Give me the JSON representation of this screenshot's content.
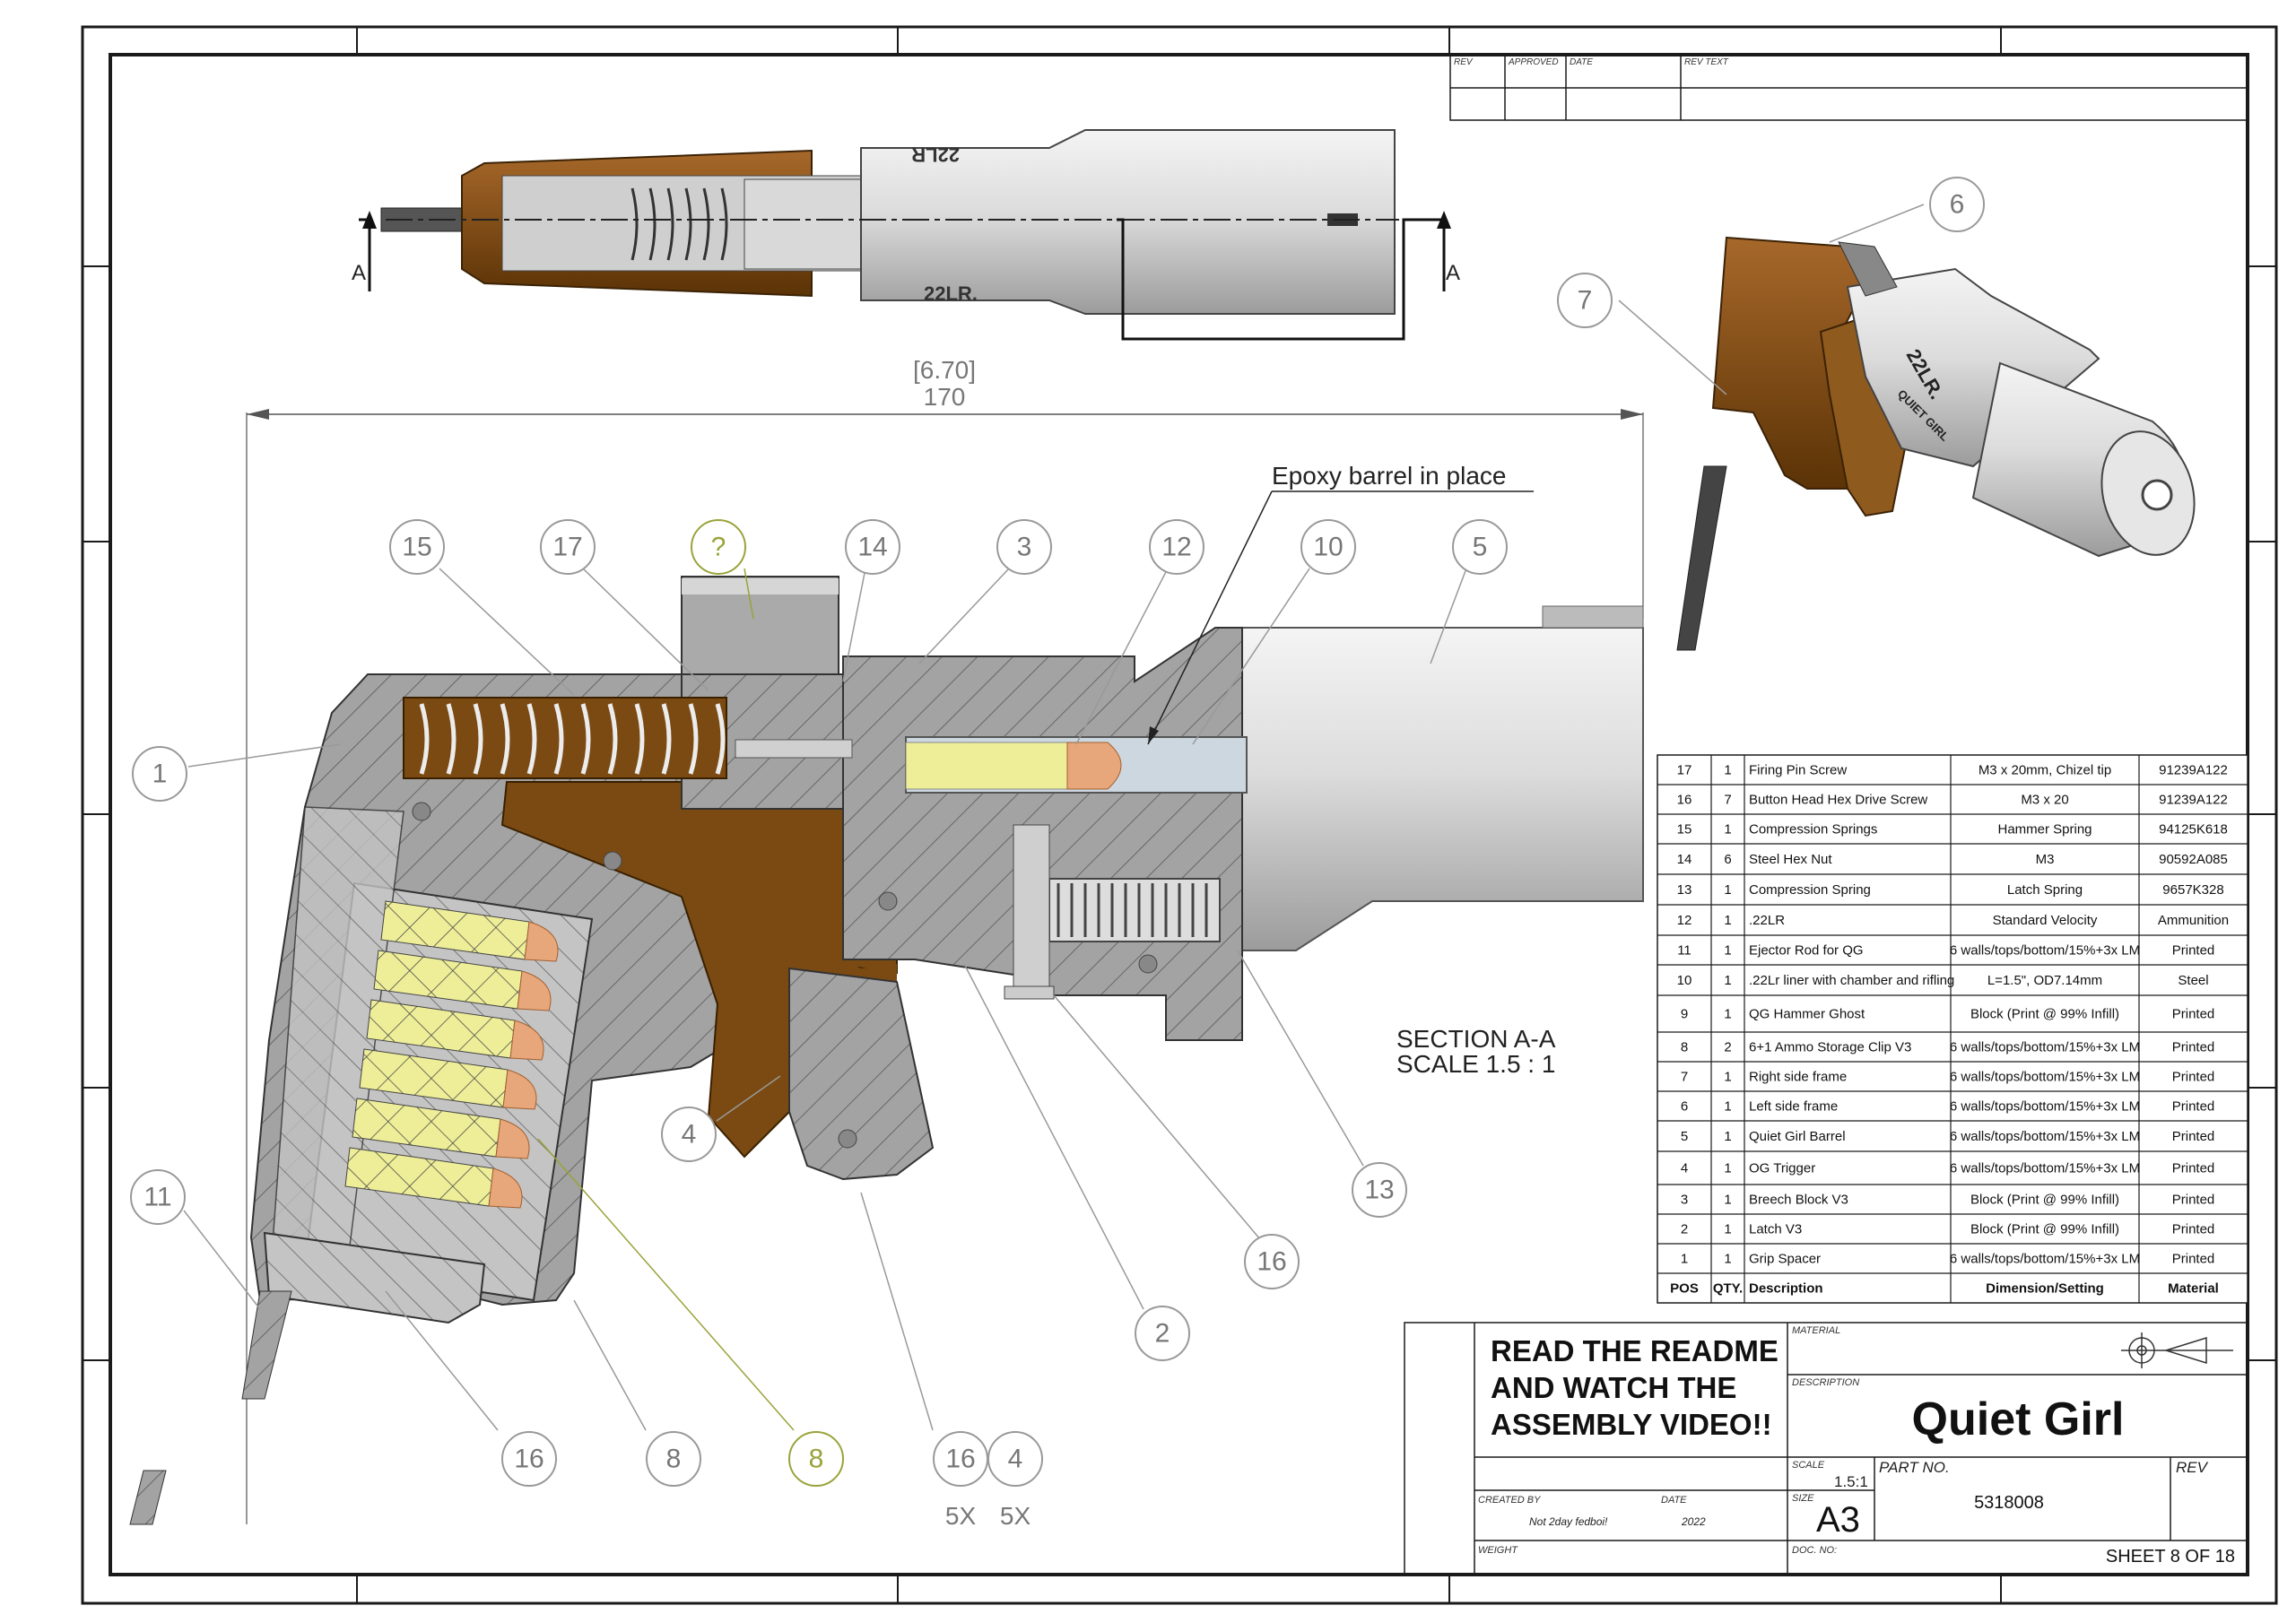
{
  "revision_table": {
    "headers": [
      "REV",
      "APPROVED",
      "DATE",
      "REV TEXT"
    ]
  },
  "section_marker": "A",
  "dimension": {
    "inches": "[6.70]",
    "mm": "170"
  },
  "callout_epoxy": "Epoxy barrel in place",
  "section_label": {
    "line1": "SECTION A-A",
    "line2": "SCALE 1.5 : 1"
  },
  "balloons": {
    "b15": "15",
    "b17": "17",
    "b9": "?",
    "b14": "14",
    "b3": "3",
    "b12": "12",
    "b10": "10",
    "b5": "5",
    "b1": "1",
    "b4": "4",
    "b11": "11",
    "b13": "13",
    "b16a": "16",
    "b2": "2",
    "b16b": "16",
    "b8a": "8",
    "b8b": "8",
    "b16c": "16",
    "b4b": "4",
    "b6": "6",
    "b7": "7"
  },
  "quantity_notes": [
    "5X",
    "5X"
  ],
  "barrel_text": [
    "22LR",
    "22LR.",
    "22LR.",
    "QUIET GIRL"
  ],
  "bom": {
    "headers": [
      "POS",
      "QTY.",
      "Description",
      "Dimension/Setting",
      "Material"
    ],
    "rows": [
      [
        "17",
        "1",
        "Firing Pin Screw",
        "M3 x 20mm, Chizel tip",
        "91239A122"
      ],
      [
        "16",
        "7",
        "Button Head Hex Drive Screw",
        "M3 x 20",
        "91239A122"
      ],
      [
        "15",
        "1",
        "Compression Springs",
        "Hammer Spring",
        "94125K618"
      ],
      [
        "14",
        "6",
        "Steel Hex Nut",
        "M3",
        "90592A085"
      ],
      [
        "13",
        "1",
        "Compression Spring",
        "Latch Spring",
        "9657K328"
      ],
      [
        "12",
        "1",
        ".22LR",
        "Standard Velocity",
        "Ammunition"
      ],
      [
        "11",
        "1",
        "Ejector Rod for QG",
        "6 walls/tops/bottom/15%+3x LM",
        "Printed"
      ],
      [
        "10",
        "1",
        ".22Lr liner with chamber and rifling",
        "L=1.5\", OD7.14mm",
        "Steel"
      ],
      [
        "9",
        "1",
        "QG Hammer Ghost",
        "Block (Print @ 99% Infill)",
        "Printed"
      ],
      [
        "8",
        "2",
        "6+1 Ammo Storage Clip V3",
        "6 walls/tops/bottom/15%+3x LM",
        "Printed"
      ],
      [
        "7",
        "1",
        "Right side frame",
        "6 walls/tops/bottom/15%+3x LM",
        "Printed"
      ],
      [
        "6",
        "1",
        "Left side frame",
        "6 walls/tops/bottom/15%+3x LM",
        "Printed"
      ],
      [
        "5",
        "1",
        "Quiet Girl Barrel",
        "6 walls/tops/bottom/15%+3x LM",
        "Printed"
      ],
      [
        "4",
        "1",
        "OG Trigger",
        "6 walls/tops/bottom/15%+3x LM",
        "Printed"
      ],
      [
        "3",
        "1",
        "Breech Block V3",
        "Block (Print @ 99% Infill)",
        "Printed"
      ],
      [
        "2",
        "1",
        "Latch V3",
        "Block (Print @ 99% Infill)",
        "Printed"
      ],
      [
        "1",
        "1",
        "Grip Spacer",
        "6 walls/tops/bottom/15%+3x LM",
        "Printed"
      ]
    ]
  },
  "title_block": {
    "readme": [
      "READ THE README",
      "AND WATCH THE",
      "ASSEMBLY VIDEO!!"
    ],
    "material_label": "MATERIAL",
    "description_label": "DESCRIPTION",
    "title": "Quiet Girl",
    "scale_label": "SCALE",
    "scale_value": "1.5:1",
    "part_no_label": "PART NO.",
    "part_no": "5318008",
    "rev_label": "REV",
    "created_by_label": "CREATED BY",
    "created_by": "Not 2day fedboi!",
    "date_label": "DATE",
    "date": "2022",
    "size_label": "SIZE",
    "size": "A3",
    "weight_label": "WEIGHT",
    "doc_no_label": "DOC. NO:",
    "sheet": "SHEET 8 OF 18"
  },
  "colors": {
    "frame": "#1a1a1a",
    "section_gray": "#9a9a9a",
    "brown": "#7a4a12",
    "cartridge_yellow": "#eeee99",
    "bullet_copper": "#e8a77a",
    "balloon_gray": "#888888",
    "balloon_olive": "#9aa33a"
  }
}
